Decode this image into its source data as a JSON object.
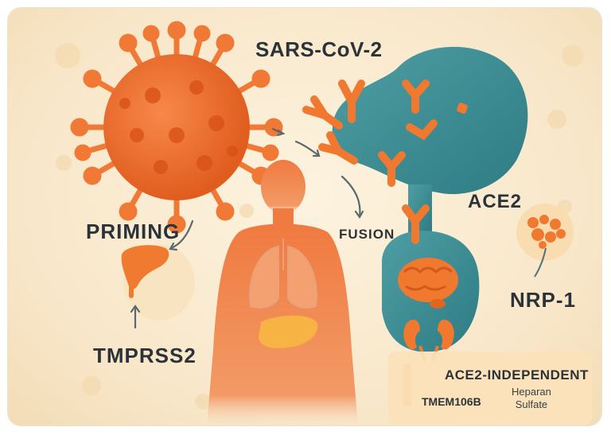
{
  "diagram": {
    "virus_label": "SARS-CoV-2",
    "priming_label": "PRIMING",
    "fusion_label": "FUSION",
    "receptor_label": "ACE2",
    "nrp_label": "NRP-1",
    "protease_label": "TMPRSS2",
    "independent_title": "ACE2-INDEPENDENT",
    "tmem_label": "TMEM106B",
    "heparan_line1": "Heparan",
    "heparan_line2": "Sulfate"
  },
  "colors": {
    "virus": "#f0742a",
    "cell": "#3f8d93",
    "body": "#f08048",
    "background": "#fbeed6",
    "text": "#2b3338"
  },
  "icons": [
    "virus-icon",
    "cell-icon",
    "human-body-icon",
    "liver-icon",
    "brain-icon",
    "kidney-icon",
    "lungs-icon",
    "nrp1-cluster-icon"
  ]
}
